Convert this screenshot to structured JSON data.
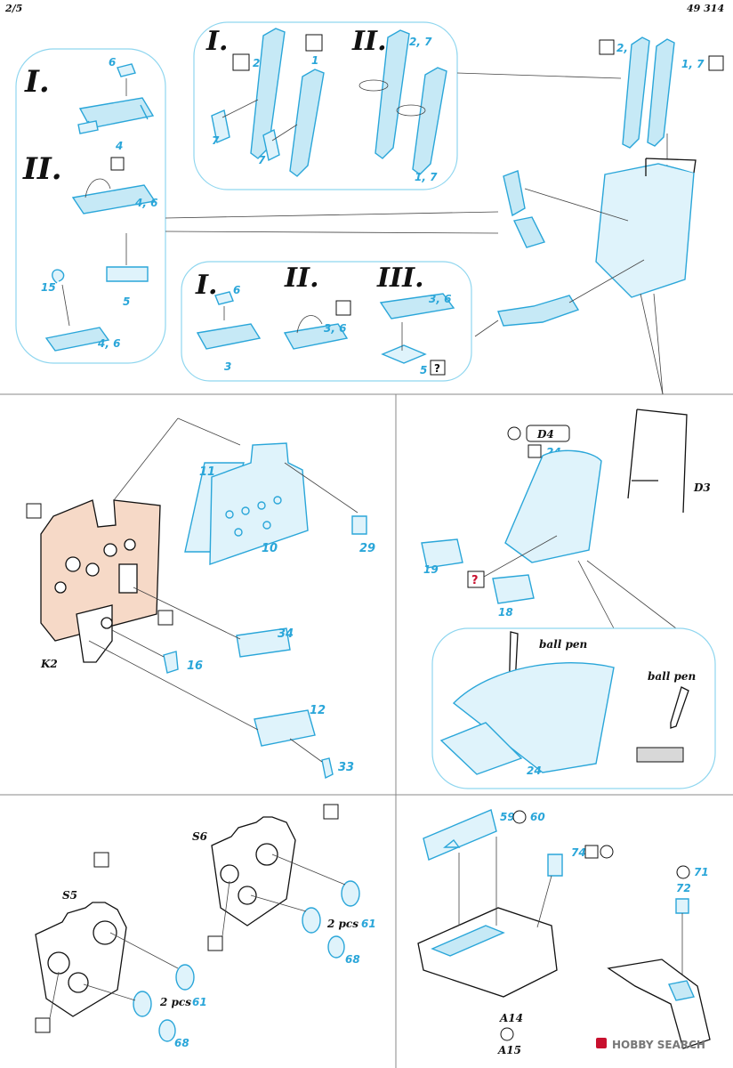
{
  "header": {
    "page": "2/5",
    "code": "49 314"
  },
  "colors": {
    "photoetch": "#2aa6d9",
    "kit_outline": "#111111",
    "panel": "#f6d9c7",
    "callout": "#8fd6ef",
    "paint_marker": "#e23b4a"
  },
  "icons": [
    "bend-icon",
    "paint-icon",
    "question-icon",
    "remove-icon",
    "film-icon"
  ],
  "section_top": {
    "bubble_left": {
      "step1": "I.",
      "step2": "II.",
      "labels": [
        "6",
        "4",
        "4, 6",
        "5",
        "15",
        "4, 6"
      ]
    },
    "bubble_mid": {
      "step1": "I.",
      "step2": "II.",
      "labels": [
        "2",
        "1",
        "7",
        "7",
        "2, 7",
        "1, 7"
      ]
    },
    "bubble_bottom": {
      "step1": "I.",
      "step2": "II.",
      "step3": "III.",
      "labels": [
        "6",
        "3",
        "3, 6",
        "3, 6",
        "5"
      ]
    },
    "labels_right": [
      "2, 7",
      "1, 7"
    ]
  },
  "section_panel": {
    "labels": [
      "11",
      "10",
      "29",
      "34",
      "16",
      "12",
      "33"
    ],
    "kit_part": "K2"
  },
  "section_seat": {
    "kit_parts": [
      "D4",
      "D3"
    ],
    "labels": [
      "24",
      "19",
      "18",
      "24"
    ],
    "ball_pen_1": "ball pen",
    "ball_pen_2": "ball pen"
  },
  "section_bottom_left": {
    "kit_parts": [
      "S6",
      "S5"
    ],
    "qty_1": "2 pcs",
    "qty_2": "2 pcs",
    "labels": [
      "61",
      "68",
      "61",
      "68"
    ]
  },
  "section_bottom_right": {
    "labels": [
      "59",
      "60",
      "74",
      "71",
      "72"
    ],
    "kit_parts": [
      "A14",
      "A15"
    ]
  },
  "watermark": {
    "text": "HOBBY SEARCH"
  }
}
